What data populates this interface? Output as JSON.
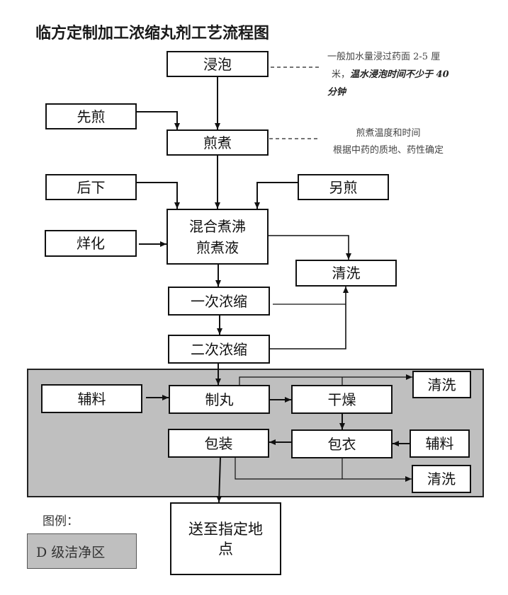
{
  "title": "临方定制加工浓缩丸剂工艺流程图",
  "nodes": {
    "soak": "浸泡",
    "decoct_first": "先煎",
    "decoct": "煎煮",
    "add_later": "后下",
    "decoct_separately": "另煎",
    "mix_boil": {
      "line1": "混合煮沸",
      "line2": "煎煮液"
    },
    "melt": "烊化",
    "clean_1": "清洗",
    "concentrate_1": "一次浓缩",
    "concentrate_2": "二次浓缩",
    "excipient_1": "辅料",
    "pill_making": "制丸",
    "drying": "干燥",
    "clean_2": "清洗",
    "packaging": "包装",
    "coating": "包衣",
    "excipient_2": "辅料",
    "clean_3": "清洗",
    "deliver": {
      "line1": "送至指定地",
      "line2": "点"
    }
  },
  "notes": {
    "soak_note": {
      "line1": "一般加水量浸过药面 2-5 厘",
      "line2_plain": "米，",
      "line2_emph": "温水浸泡时间不少于 40",
      "line3_emph": "分钟"
    },
    "decoct_note": {
      "line1": "煎煮温度和时间",
      "line2": "根据中药的质地、药性确定"
    }
  },
  "edges": [
    {
      "from": "soak",
      "to": "decoct",
      "type": "arrow"
    },
    {
      "from": "decoct_first",
      "to": "decoct",
      "type": "arrow"
    },
    {
      "from": "decoct",
      "to": "mix_boil",
      "type": "arrow"
    },
    {
      "from": "add_later",
      "to": "mix_boil",
      "type": "arrow"
    },
    {
      "from": "decoct_separately",
      "to": "mix_boil",
      "type": "arrow"
    },
    {
      "from": "melt",
      "to": "mix_boil",
      "type": "arrow"
    },
    {
      "from": "mix_boil",
      "to": "clean_1",
      "type": "arrow"
    },
    {
      "from": "mix_boil",
      "to": "concentrate_1",
      "type": "arrow"
    },
    {
      "from": "concentrate_1",
      "to": "clean_1",
      "type": "line"
    },
    {
      "from": "concentrate_1",
      "to": "concentrate_2",
      "type": "arrow"
    },
    {
      "from": "concentrate_2",
      "to": "clean_1",
      "type": "arrow"
    },
    {
      "from": "concentrate_2",
      "to": "pill_making",
      "type": "arrow"
    },
    {
      "from": "excipient_1",
      "to": "pill_making",
      "type": "arrow"
    },
    {
      "from": "pill_making",
      "to": "drying",
      "type": "arrow"
    },
    {
      "from": "pill_making",
      "to": "clean_2",
      "type": "arrow"
    },
    {
      "from": "drying",
      "to": "clean_2",
      "type": "line"
    },
    {
      "from": "drying",
      "to": "coating",
      "type": "arrow"
    },
    {
      "from": "excipient_2",
      "to": "coating",
      "type": "arrow"
    },
    {
      "from": "coating",
      "to": "packaging",
      "type": "arrow"
    },
    {
      "from": "packaging",
      "to": "clean_3",
      "type": "arrow"
    },
    {
      "from": "coating",
      "to": "clean_3",
      "type": "line"
    },
    {
      "from": "packaging",
      "to": "deliver",
      "type": "arrow"
    },
    {
      "from": "soak",
      "to": "soak_note",
      "type": "dashed"
    },
    {
      "from": "decoct",
      "to": "decoct_note",
      "type": "dashed"
    }
  ],
  "legend": {
    "label": "图例：",
    "items": [
      {
        "label": "D 级洁净区",
        "color": "#bfbfbf"
      }
    ]
  },
  "colors": {
    "clean_zone": "#bfbfbf",
    "box_border": "#111111",
    "box_fill": "#ffffff",
    "note_text": "#444444"
  }
}
